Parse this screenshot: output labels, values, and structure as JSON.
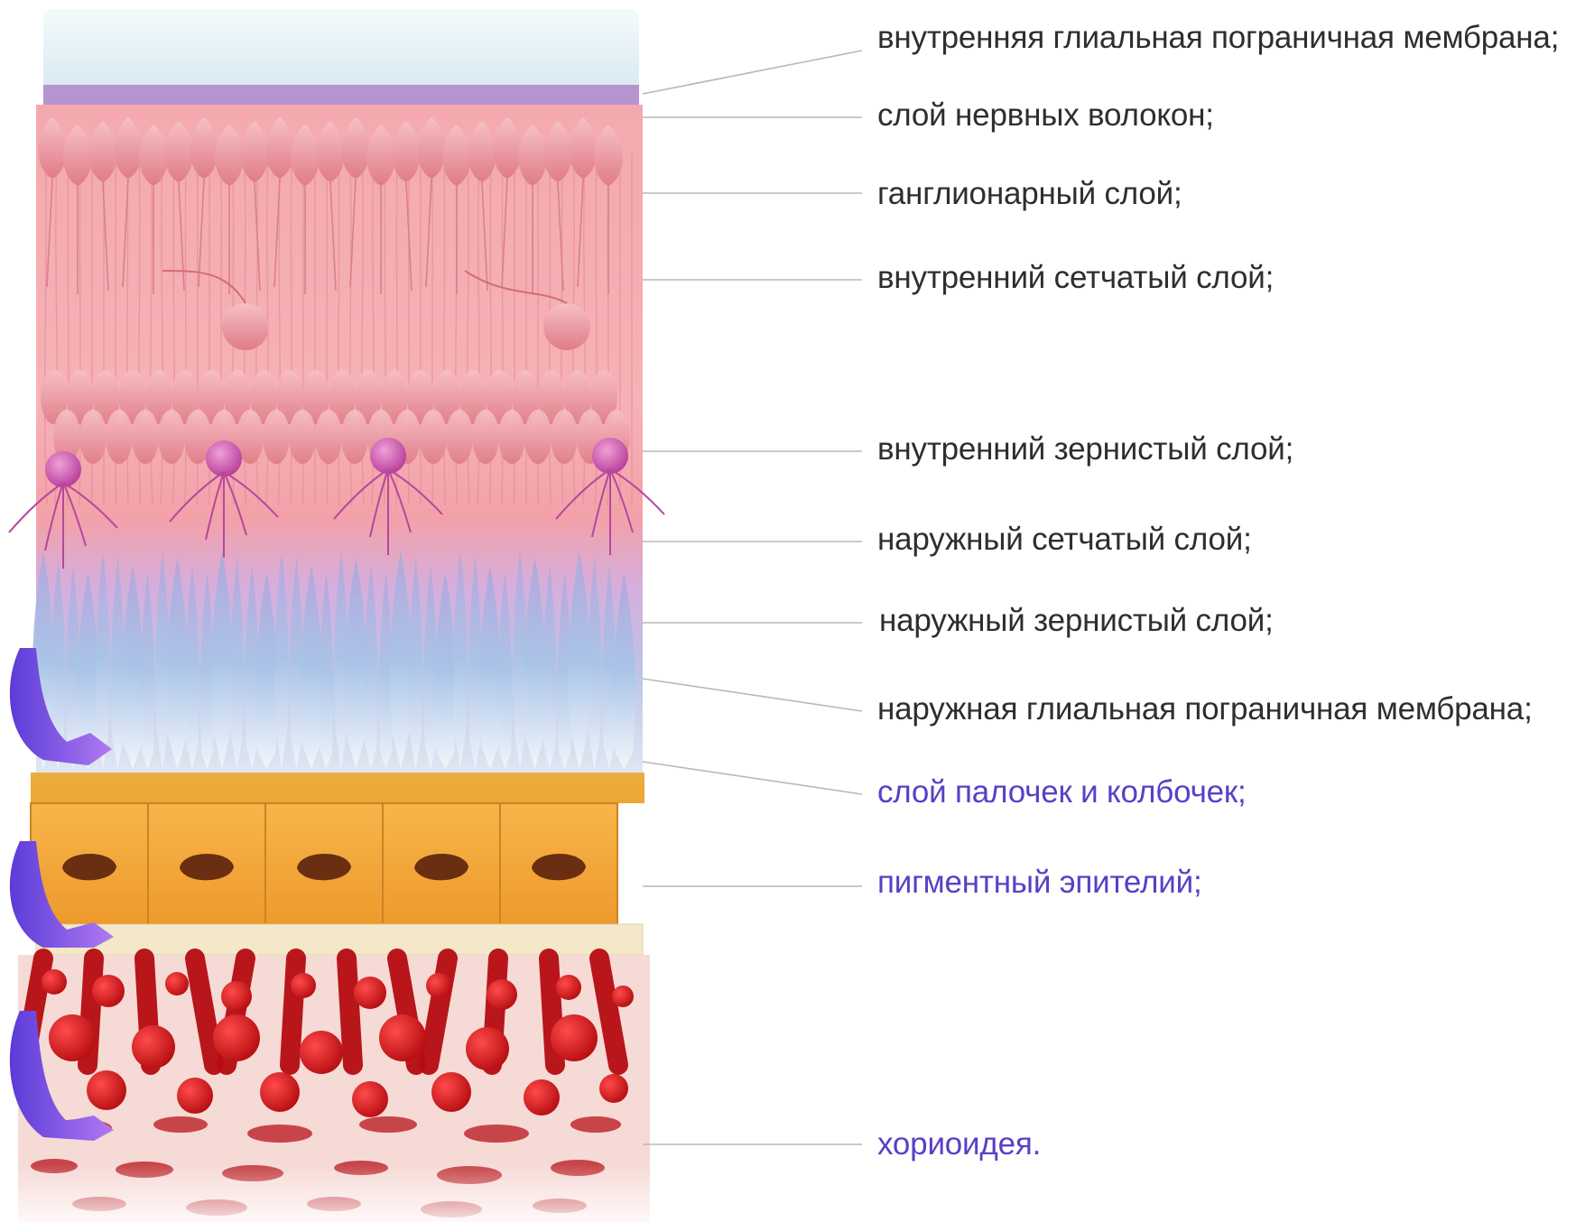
{
  "colors": {
    "text": "#2e2e2e",
    "link_text": "#5a3fc6",
    "leader_line": "#b4b4b4",
    "vitreous": "#dcecf2",
    "fiber_layer": "#b88ac8",
    "neural_pink": "#f0a2a8",
    "ganglion_cell": "#e8848e",
    "photoreceptor_blue": "#b6c8e6",
    "photoreceptor_violet": "#a89ad6",
    "pigment_orange": "#f2a63a",
    "bruch_cream": "#f5e6c4",
    "vessel_red": "#c40f14",
    "choroid_bg": "#f6dcd8",
    "arrow_purple": "#7a4fe0"
  },
  "labels": [
    {
      "id": "inner-limiting-membrane",
      "text": "внутренняя глиальная пограничная мембрана;",
      "link": false
    },
    {
      "id": "nerve-fiber-layer",
      "text": "слой нервных волокон;",
      "link": false
    },
    {
      "id": "ganglion-layer",
      "text": "ганглионарный слой;",
      "link": false
    },
    {
      "id": "inner-plexiform-layer",
      "text": "внутренний сетчатый слой;",
      "link": false
    },
    {
      "id": "inner-nuclear-layer",
      "text": "внутренний зернистый слой;",
      "link": false
    },
    {
      "id": "outer-plexiform-layer",
      "text": "наружный сетчатый слой;",
      "link": false
    },
    {
      "id": "outer-nuclear-layer",
      "text": "наружный зернистый слой;",
      "link": false
    },
    {
      "id": "outer-limiting-membrane",
      "text": "наружная глиальная пограничная мембрана;",
      "link": false
    },
    {
      "id": "rods-cones-layer",
      "text": "слой палочек и колбочек;",
      "link": true
    },
    {
      "id": "pigment-epithelium",
      "text": "пигментный эпителий;",
      "link": true
    },
    {
      "id": "choroid",
      "text": "хориоидея.",
      "link": true
    }
  ]
}
